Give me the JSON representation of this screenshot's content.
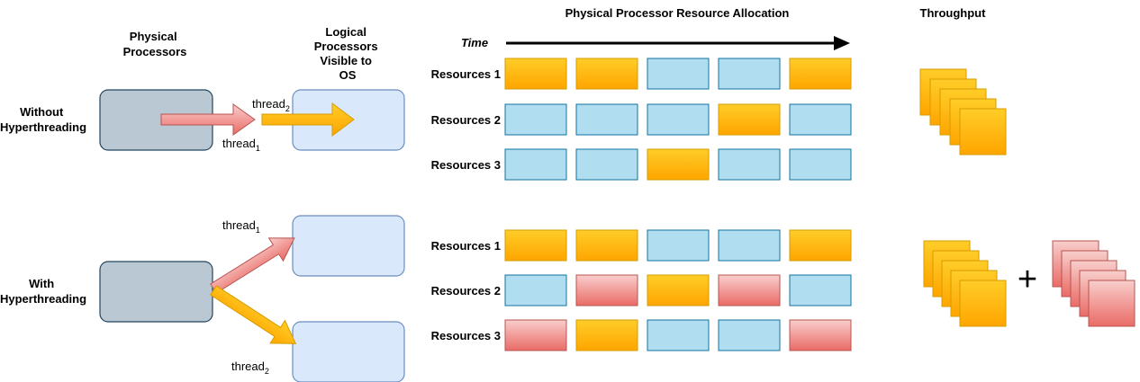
{
  "headers": {
    "physical_processors": [
      "Physical",
      "Processors"
    ],
    "logical_processors": [
      "Logical",
      "Processors",
      "Visible to",
      "OS"
    ],
    "allocation": "Physical Processor Resource Allocation",
    "throughput": "Throughput",
    "time": "Time"
  },
  "sections": [
    {
      "label": [
        "Without",
        "Hyperthreading"
      ],
      "thread_labels": [
        {
          "text": "thread",
          "sub": "2"
        },
        {
          "text": "thread",
          "sub": "1"
        }
      ],
      "rows": [
        {
          "label": "Resources 1",
          "cells": [
            "orange",
            "orange",
            "blue",
            "blue",
            "orange"
          ]
        },
        {
          "label": "Resources 2",
          "cells": [
            "blue",
            "blue",
            "blue",
            "orange",
            "blue"
          ]
        },
        {
          "label": "Resources 3",
          "cells": [
            "blue",
            "blue",
            "orange",
            "blue",
            "blue"
          ]
        }
      ]
    },
    {
      "label": [
        "With",
        "Hyperthreading"
      ],
      "thread_labels": [
        {
          "text": "thread",
          "sub": "1"
        },
        {
          "text": "thread",
          "sub": "2"
        }
      ],
      "rows": [
        {
          "label": "Resources 1",
          "cells": [
            "orange",
            "orange",
            "blue",
            "blue",
            "orange"
          ]
        },
        {
          "label": "Resources 2",
          "cells": [
            "blue",
            "red",
            "orange",
            "red",
            "blue"
          ]
        },
        {
          "label": "Resources 3",
          "cells": [
            "red",
            "orange",
            "blue",
            "blue",
            "red"
          ]
        }
      ]
    }
  ],
  "plus_sign": "+",
  "colors": {
    "orange_fill": "#ffcd28",
    "orange_fill_end": "#ffa500",
    "orange_stroke": "#d79b00",
    "blue_fill": "#b1ddf0",
    "blue_stroke": "#10739e",
    "red_fill": "#f8cecc",
    "red_fill_end": "#ea6b66",
    "red_stroke": "#b85450",
    "physical_fill": "#bac8d3",
    "physical_stroke": "#23445d",
    "logical_fill": "#dae8fc",
    "logical_stroke": "#6c8ebf"
  }
}
